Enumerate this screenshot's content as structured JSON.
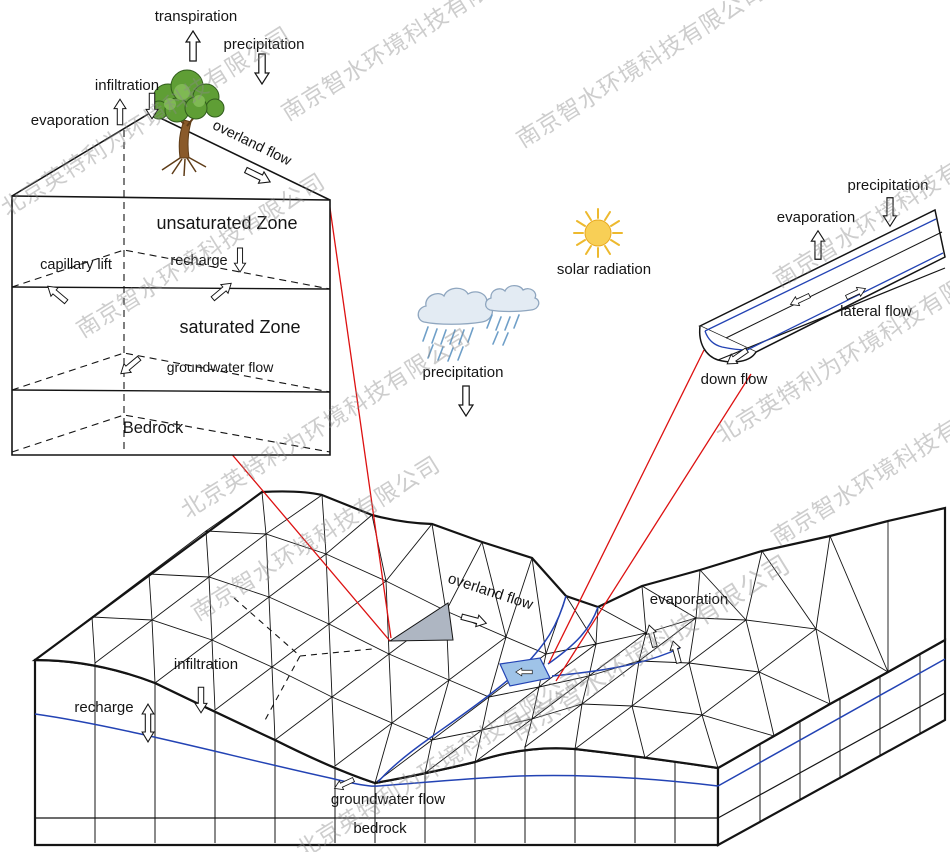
{
  "watermarks": {
    "company_beijing": "北京英特利为环境科技有限公司",
    "company_nanjing": "南京智水环境科技有限公司"
  },
  "soil_column": {
    "transpiration": "transpiration",
    "precipitation": "precipitation",
    "infiltration": "infiltration",
    "evaporation": "evaporation",
    "overland_flow": "overland flow",
    "unsaturated_zone": "unsaturated Zone",
    "capillary_lift": "capillary lift",
    "recharge": "recharge",
    "saturated_zone": "saturated Zone",
    "groundwater_flow": "groundwater flow",
    "bedrock": "Bedrock"
  },
  "atmosphere": {
    "precipitation": "precipitation",
    "solar_radiation": "solar radiation"
  },
  "channel": {
    "precipitation": "precipitation",
    "evaporation": "evaporation",
    "lateral_flow": "lateral flow",
    "down_flow": "down flow"
  },
  "terrain": {
    "overland_flow": "overland flow",
    "evaporation": "evaporation",
    "infiltration": "infiltration",
    "recharge": "recharge",
    "groundwater_flow": "groundwater flow",
    "bedrock": "bedrock"
  },
  "colors": {
    "connector_red": "#dd1111",
    "water_blue": "#2343b4",
    "mesh_line": "#141414",
    "watermark_gray": "#8a8a8a",
    "highlight_element_gray": "#aeb6c2",
    "highlight_element_blue": "#9fc3e8",
    "sun_yellow": "#f8cf56",
    "tree_green": "#5f9e35"
  }
}
